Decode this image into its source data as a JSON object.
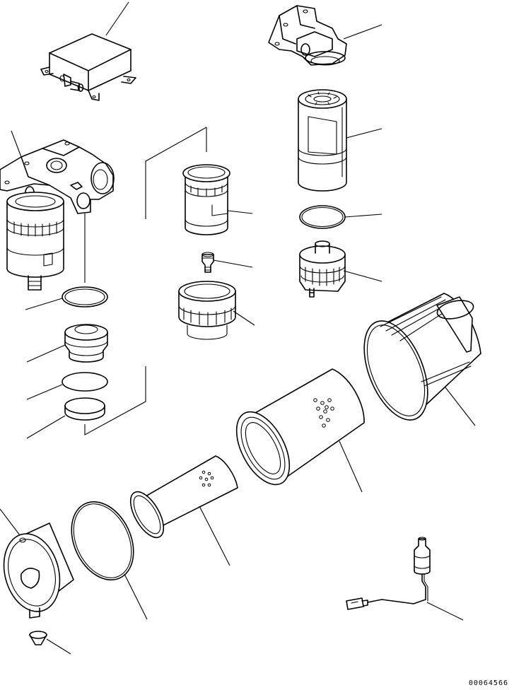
{
  "drawing": {
    "code": "00064566"
  },
  "parts": [
    {
      "id": "relay-box",
      "icon": "relay-box-icon"
    },
    {
      "id": "filter-head-top",
      "icon": "filter-head-icon"
    },
    {
      "id": "fuel-filter-cartridge",
      "icon": "filter-cartridge-icon"
    },
    {
      "id": "o-ring-small",
      "icon": "o-ring-icon"
    },
    {
      "id": "water-separator-bowl",
      "icon": "bowl-icon"
    },
    {
      "id": "water-separator-assembly",
      "icon": "separator-assembly-icon"
    },
    {
      "id": "separator-element",
      "icon": "element-icon"
    },
    {
      "id": "drain-plug",
      "icon": "drain-plug-icon"
    },
    {
      "id": "retaining-ring",
      "icon": "ring-nut-icon"
    },
    {
      "id": "o-ring-left-1",
      "icon": "o-ring-icon"
    },
    {
      "id": "sensor-cup",
      "icon": "cup-icon"
    },
    {
      "id": "o-ring-left-2",
      "icon": "o-ring-icon"
    },
    {
      "id": "o-ring-left-3",
      "icon": "o-ring-icon"
    },
    {
      "id": "air-cleaner-body",
      "icon": "air-cleaner-body-icon"
    },
    {
      "id": "outer-element",
      "icon": "outer-element-icon"
    },
    {
      "id": "inner-element",
      "icon": "inner-element-icon"
    },
    {
      "id": "gasket-ring",
      "icon": "gasket-icon"
    },
    {
      "id": "cover",
      "icon": "cover-icon"
    },
    {
      "id": "evacuator-valve",
      "icon": "valve-icon"
    },
    {
      "id": "dust-indicator-sensor",
      "icon": "sensor-harness-icon"
    }
  ]
}
